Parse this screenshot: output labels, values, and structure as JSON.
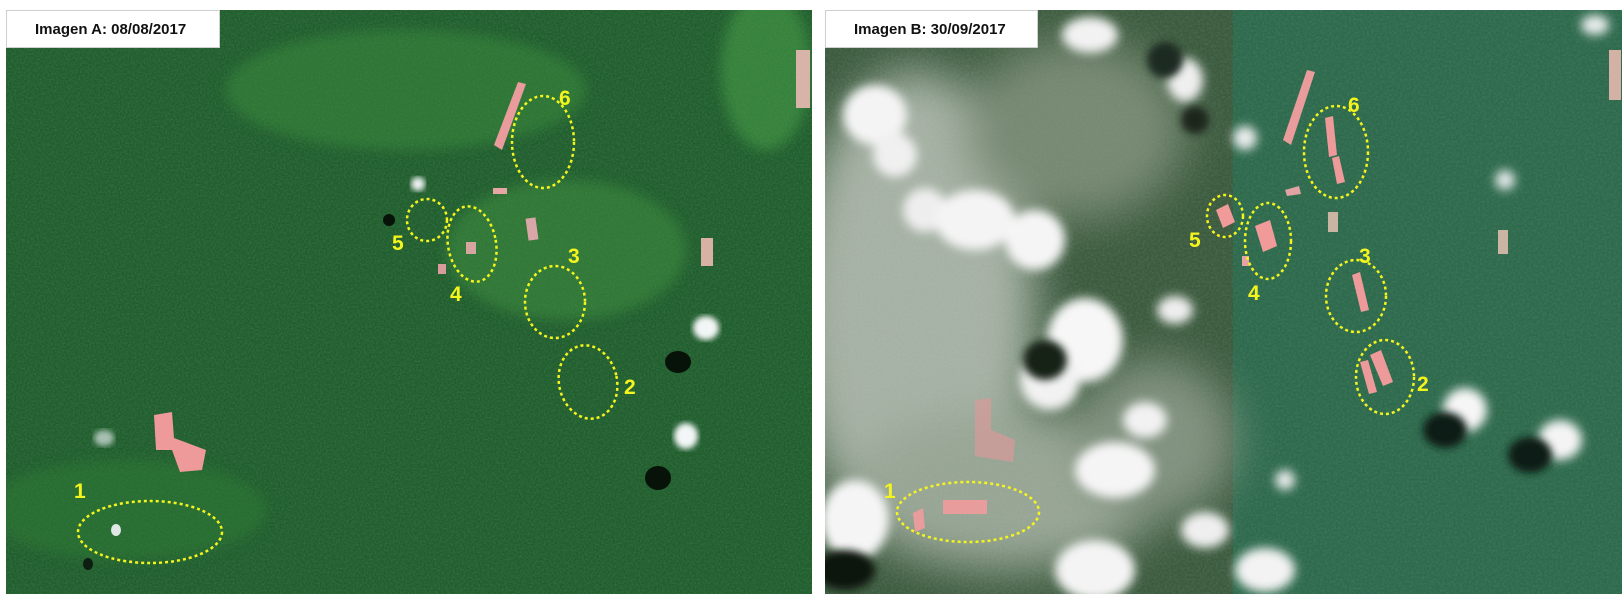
{
  "panels": [
    {
      "title": "Imagen A: 08/08/2017",
      "markers": [
        "1",
        "2",
        "3",
        "4",
        "5",
        "6"
      ]
    },
    {
      "title": "Imagen B: 30/09/2017",
      "markers": [
        "1",
        "2",
        "3",
        "4",
        "5",
        "6"
      ]
    }
  ],
  "colors": {
    "forest": "#1f5a2a",
    "clearing": "#e99a9a",
    "marker": "#f5f51e",
    "cloud": "#f4f4f4",
    "shadow": "#0b1a10"
  }
}
